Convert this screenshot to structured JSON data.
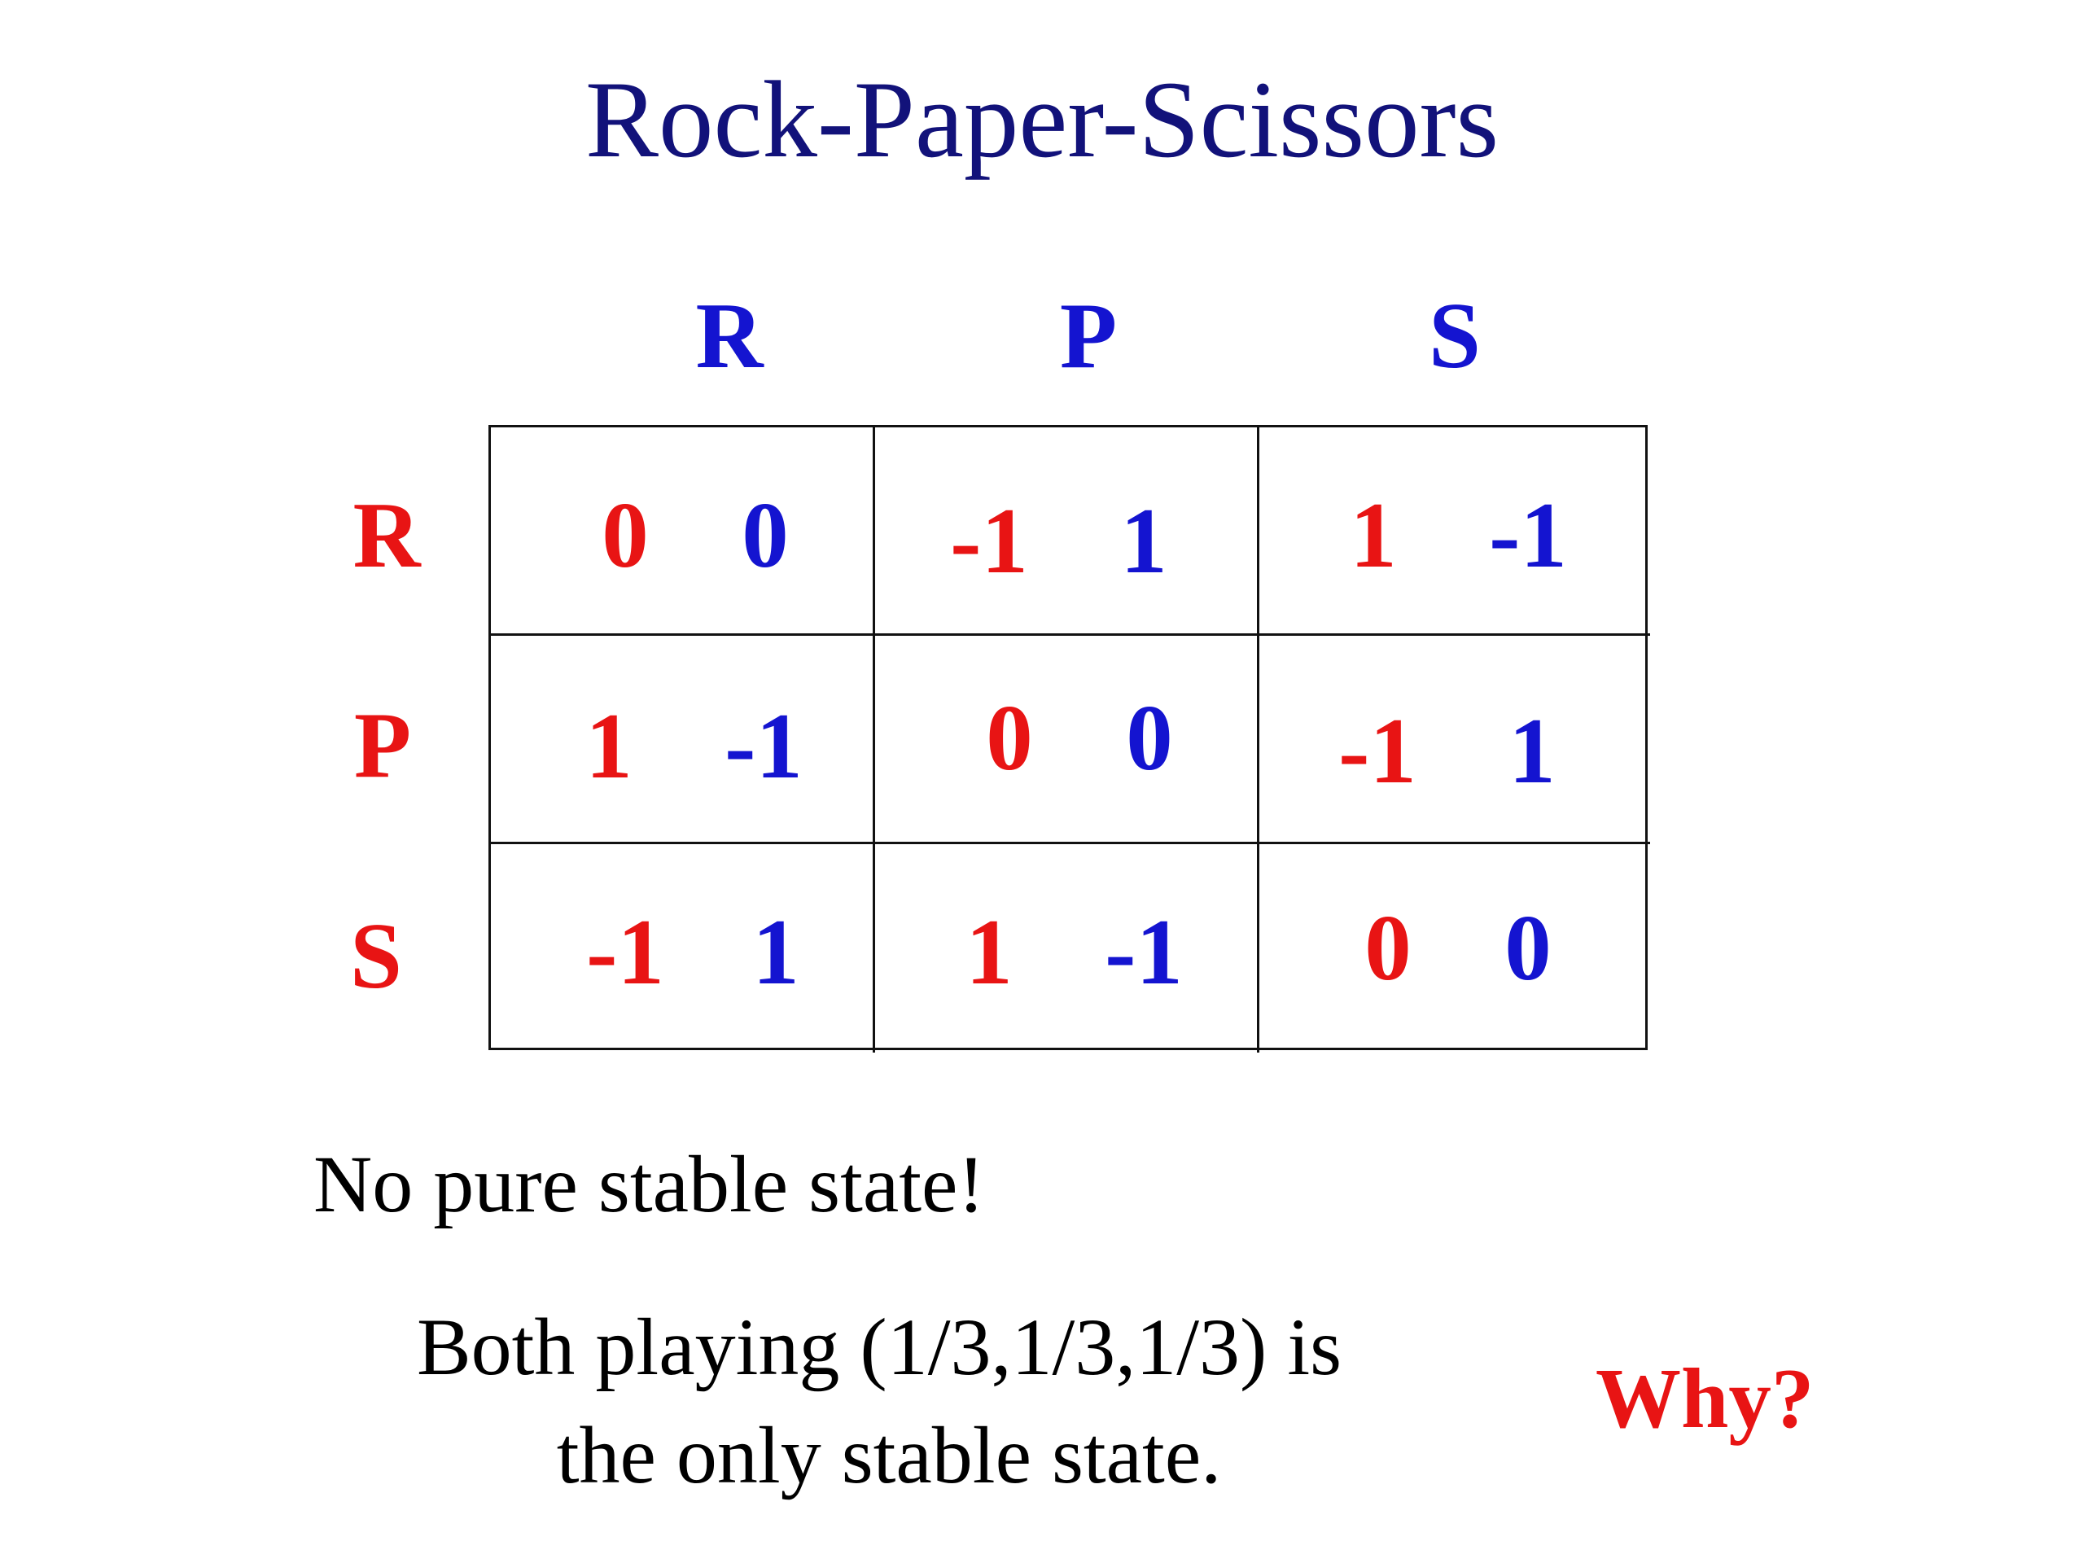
{
  "title": "Rock-Paper-Scissors",
  "column_labels": [
    "R",
    "P",
    "S"
  ],
  "row_labels": [
    "R",
    "P",
    "S"
  ],
  "payoff_matrix": [
    [
      {
        "row": "0",
        "col": "0"
      },
      {
        "row": "-1",
        "col": "1"
      },
      {
        "row": "1",
        "col": "-1"
      }
    ],
    [
      {
        "row": "1",
        "col": "-1"
      },
      {
        "row": "0",
        "col": "0"
      },
      {
        "row": "-1",
        "col": "1"
      }
    ],
    [
      {
        "row": "-1",
        "col": "1"
      },
      {
        "row": "1",
        "col": "-1"
      },
      {
        "row": "0",
        "col": "0"
      }
    ]
  ],
  "statement": "No pure stable state!",
  "conclusion_line1": "Both playing (1/3,1/3,1/3) is",
  "conclusion_line2": "the only stable state.",
  "question": "Why?",
  "colors": {
    "title": "#12127a",
    "row_player": "#e81414",
    "column_player": "#1414d0"
  }
}
